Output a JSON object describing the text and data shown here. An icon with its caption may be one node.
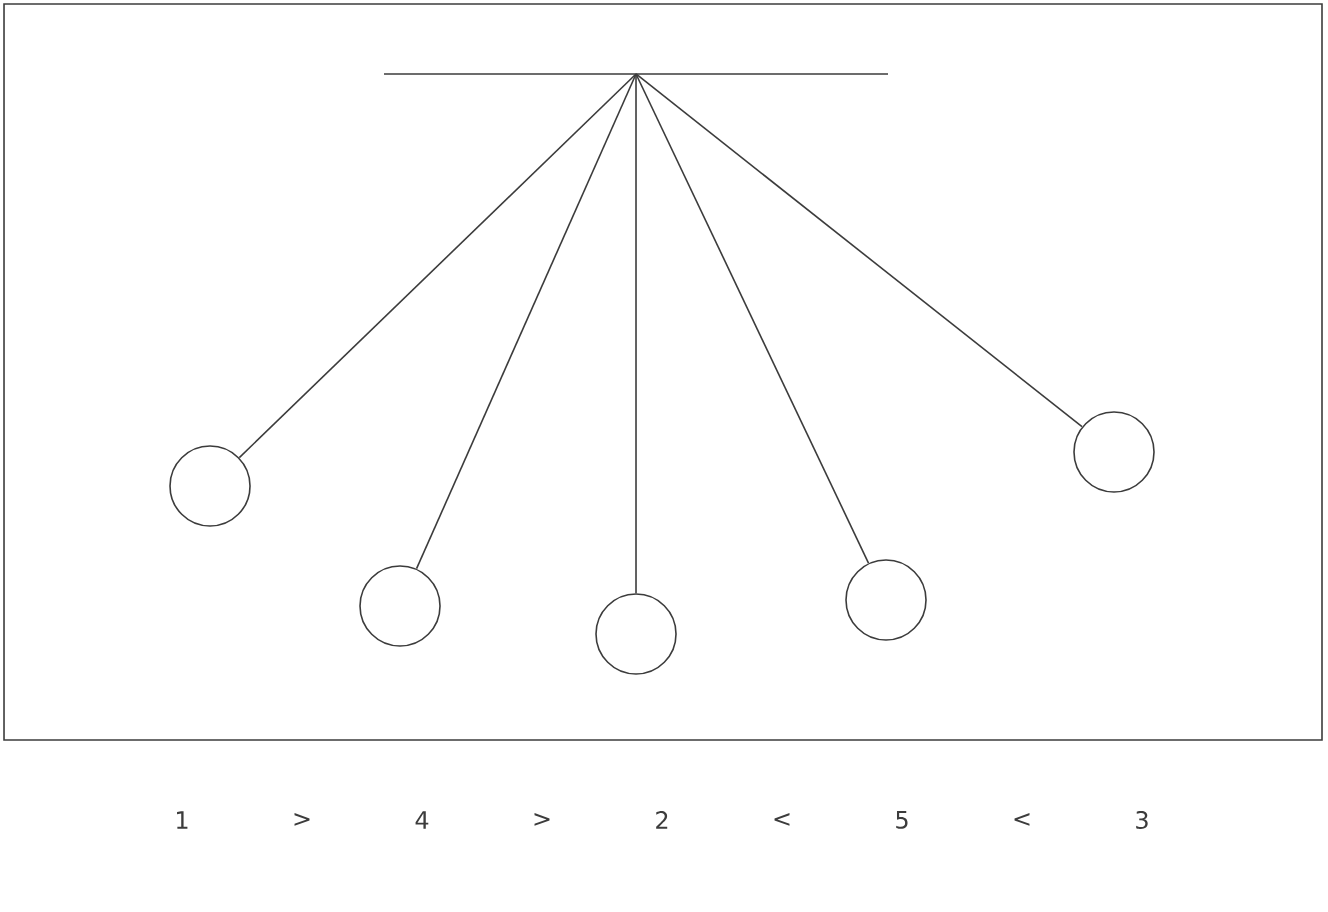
{
  "diagram": {
    "nodes": [
      {
        "text": [],
        "shape": "bar"
      },
      {
        "text": [],
        "shape": "circle"
      },
      {
        "text": [],
        "shape": "circle"
      },
      {
        "text": [],
        "shape": "circle"
      },
      {
        "text": [],
        "shape": "circle"
      },
      {
        "text": [],
        "shape": "circle"
      }
    ],
    "edges": [
      {
        "from": 0,
        "to": 1,
        "arrow": "none"
      },
      {
        "from": 0,
        "to": 2,
        "arrow": "none"
      },
      {
        "from": 0,
        "to": 3,
        "arrow": "none"
      },
      {
        "from": 0,
        "to": 4,
        "arrow": "none"
      },
      {
        "from": 0,
        "to": 5,
        "arrow": "none"
      }
    ],
    "labels": [
      "1",
      ">",
      "4",
      ">",
      "2",
      "<",
      "5",
      "<",
      "3"
    ]
  }
}
